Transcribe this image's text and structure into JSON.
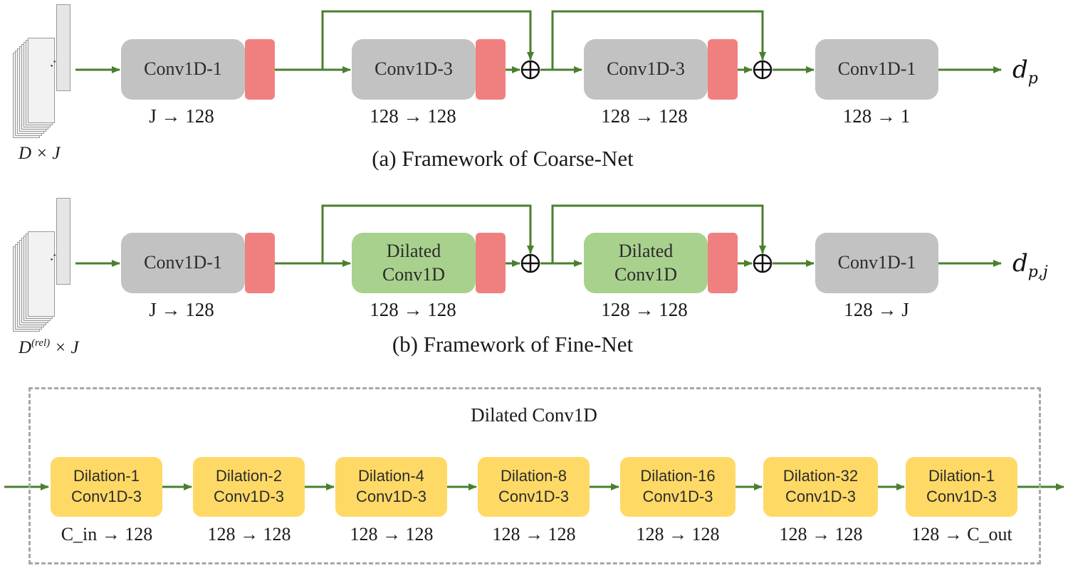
{
  "colors": {
    "arrow": "#4a7f2e",
    "gray_block": "#c2c2c2",
    "green_block": "#a9d18e",
    "activation": "#f08080",
    "yellow_block": "#ffd966",
    "dashed_border": "#a8a8a8"
  },
  "coarse": {
    "input_label": "D × J",
    "blocks": [
      {
        "label": "Conv1D-1",
        "dims": "J → 128"
      },
      {
        "label": "Conv1D-3",
        "dims": "128 → 128"
      },
      {
        "label": "Conv1D-3",
        "dims": "128  → 128"
      },
      {
        "label": "Conv1D-1",
        "dims": "128 → 1"
      }
    ],
    "output_label": "d",
    "output_sub": "p",
    "caption": "(a) Framework of Coarse-Net"
  },
  "fine": {
    "input_label_base": "D",
    "input_label_sup": "(rel)",
    "input_label_tail": " × J",
    "blocks": [
      {
        "label_line1": "Conv1D-1",
        "label_line2": "",
        "dims": "J → 128"
      },
      {
        "label_line1": "Dilated",
        "label_line2": "Conv1D",
        "dims": "128 → 128"
      },
      {
        "label_line1": "Dilated",
        "label_line2": "Conv1D",
        "dims": "128 → 128"
      },
      {
        "label_line1": "Conv1D-1",
        "label_line2": "",
        "dims": "128 → J"
      }
    ],
    "output_label": "d",
    "output_sub": "p,j",
    "caption": "(b) Framework of Fine-Net"
  },
  "dilated": {
    "title": "Dilated Conv1D",
    "blocks": [
      {
        "line1": "Dilation-1",
        "line2": "Conv1D-3",
        "dims": "C_in → 128"
      },
      {
        "line1": "Dilation-2",
        "line2": "Conv1D-3",
        "dims": "128 → 128"
      },
      {
        "line1": "Dilation-4",
        "line2": "Conv1D-3",
        "dims": "128 → 128"
      },
      {
        "line1": "Dilation-8",
        "line2": "Conv1D-3",
        "dims": "128 → 128"
      },
      {
        "line1": "Dilation-16",
        "line2": "Conv1D-3",
        "dims": "128 → 128"
      },
      {
        "line1": "Dilation-32",
        "line2": "Conv1D-3",
        "dims": "128 → 128"
      },
      {
        "line1": "Dilation-1",
        "line2": "Conv1D-3",
        "dims": "128 → C_out"
      }
    ]
  }
}
